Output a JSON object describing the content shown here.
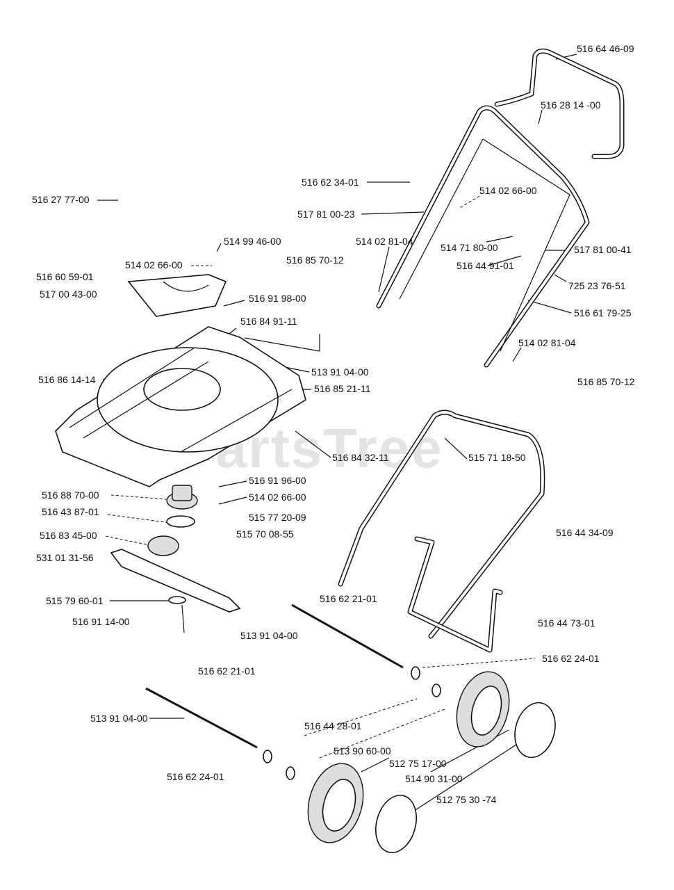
{
  "watermark": "PartsTree",
  "labels": [
    "516 64 46-09",
    "516 28 14 -00",
    "516 62 34-01",
    "514 02 66-00",
    "516 27 77-00",
    "517 81 00-23",
    "514 99 46-00",
    "514 02 66-00",
    "514 02 81-04",
    "514 71 80-00",
    "517 81 00-41",
    "516 85 70-12",
    "516 44 91-01",
    "516 60 59-01",
    "725 23 76-51",
    "517 00 43-00",
    "516 91 98-00",
    "516 61 79-25",
    "516 84 91-11",
    "514 02 81-04",
    "513 91 04-00",
    "516 86 14-14",
    "516 85 21-11",
    "516 85 70-12",
    "516 84 32-11",
    "515 71 18-50",
    "516 91 96-00",
    "516 88 70-00",
    "514 02 66-00",
    "516 43 87-01",
    "515 77 20-09",
    "515 70 08-55",
    "516 44 34-09",
    "516 83 45-00",
    "531 01 31-56",
    "516  62 21-01",
    "515 79 60-01",
    "516 91 14-00",
    "516 44 73-01",
    "513 91 04-00",
    "516 62 24-01",
    "516  62 21-01",
    "513 91 04-00",
    "516 44 28-01",
    "513 90 60-00",
    "512 75 17-00",
    "516 62 24-01",
    "514 90 31-00",
    "512 75 30 -74"
  ]
}
